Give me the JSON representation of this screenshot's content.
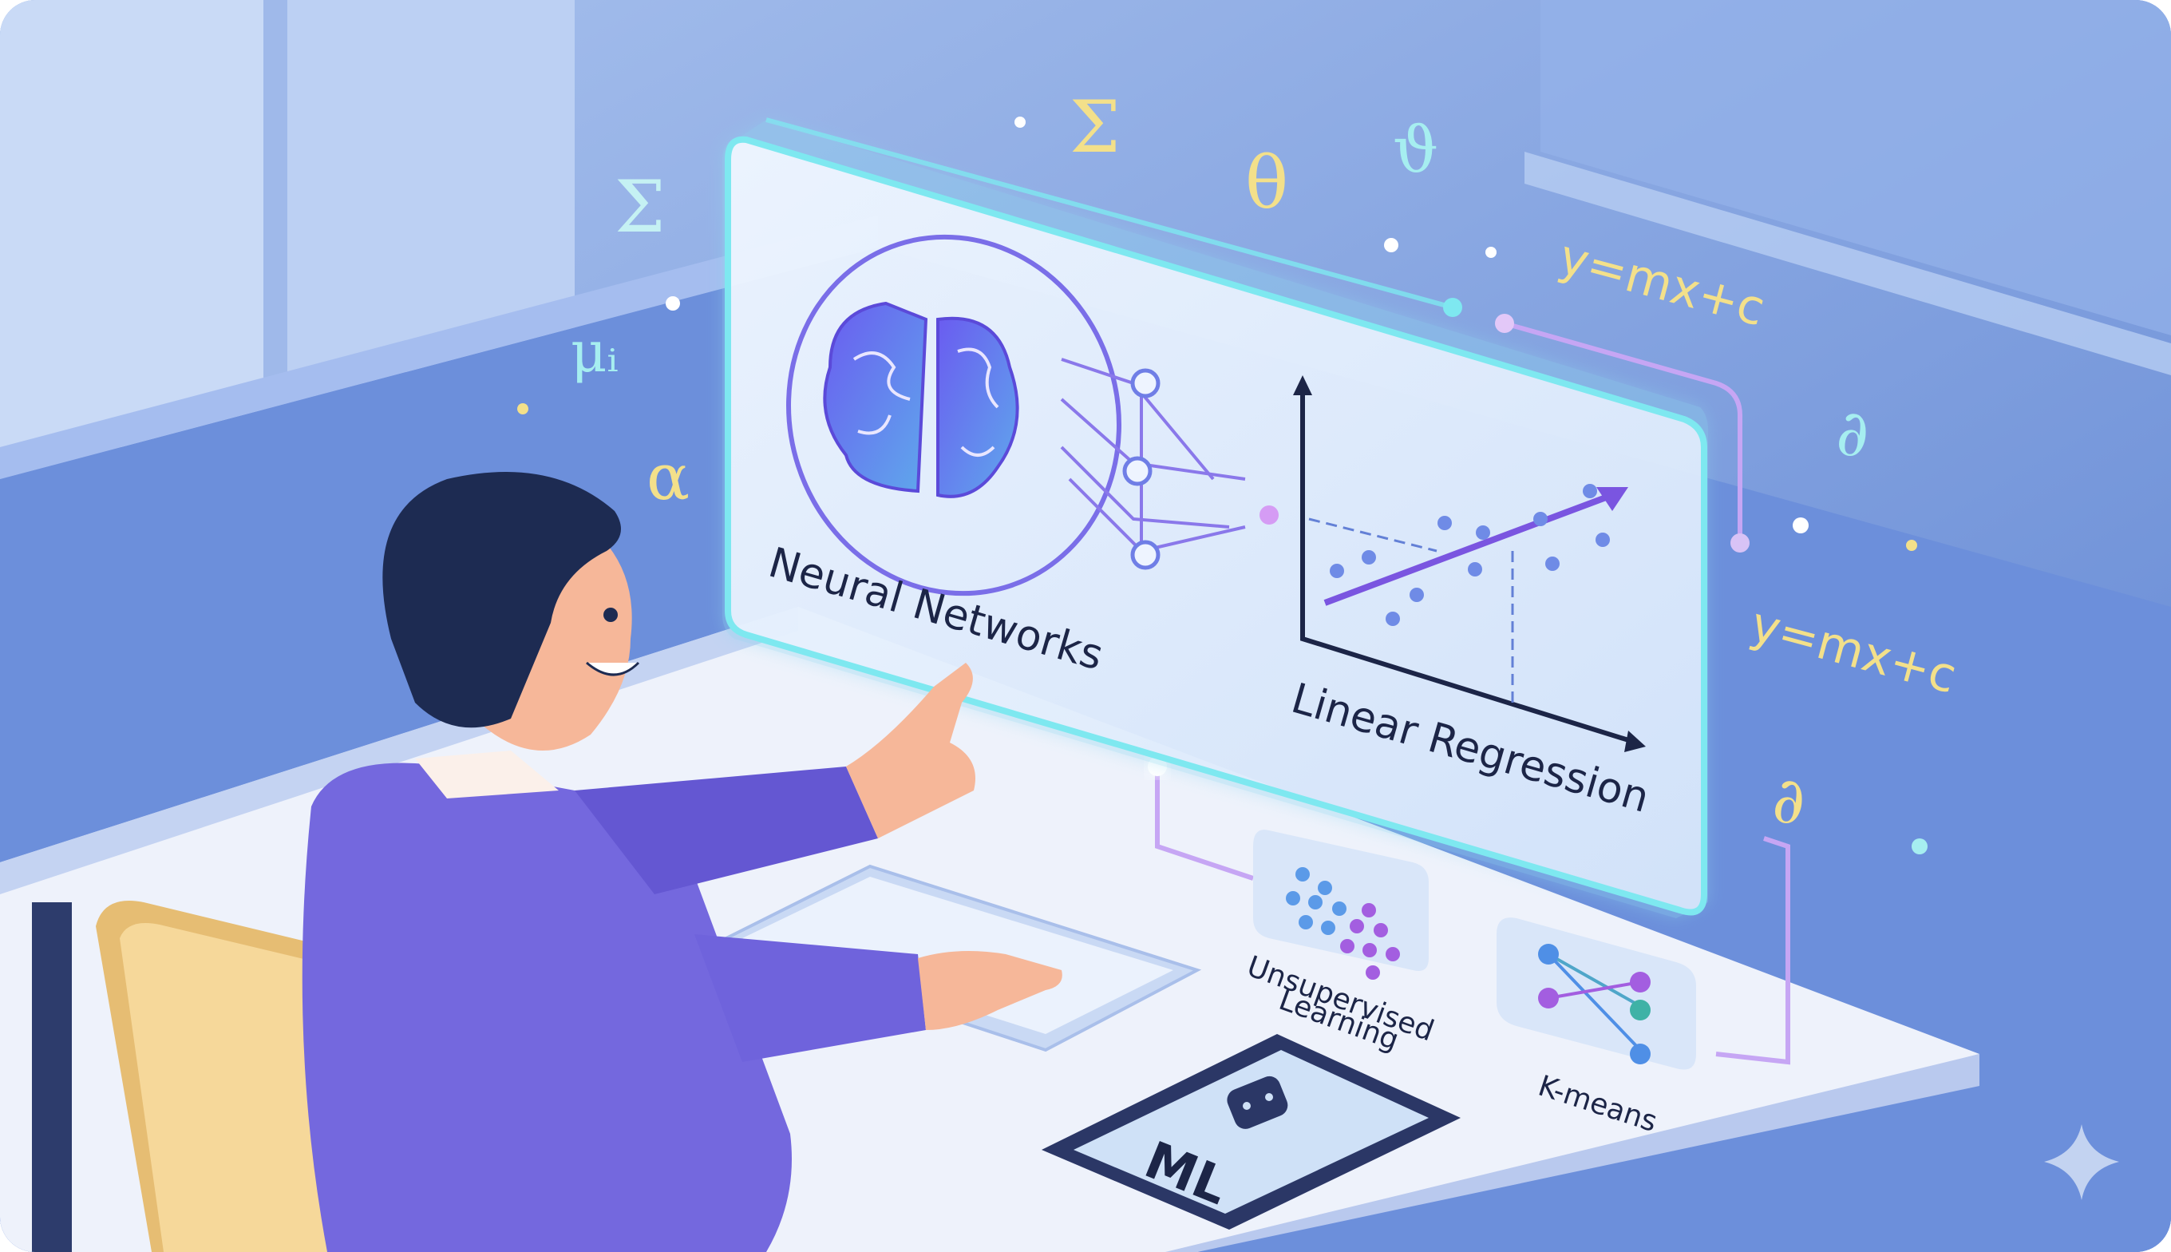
{
  "scene": {
    "description": "Person at desk interacting with holographic machine learning display",
    "colors": {
      "wall": "#7fa0e0",
      "wall_dark": "#6a8ad6",
      "window": "#c9daf6",
      "desk": "#eef2fb",
      "panel_glow": "#7ee8f0",
      "shirt": "#7468de",
      "hair": "#1d2b52",
      "skin": "#f6b799",
      "chair": "#f6d89a",
      "accent_purple": "#9b6be6",
      "accent_blue": "#4f8fe6",
      "symbol_yellow": "#f3e08a",
      "symbol_cyan": "#a6eef0"
    }
  },
  "main_panel": {
    "left_label": "Neural Networks",
    "right_label": "Linear Regression"
  },
  "cards": {
    "unsupervised": {
      "label_line1": "Unsupervised",
      "label_line2": "Learning"
    },
    "kmeans": {
      "label": "K-means"
    }
  },
  "tablet": {
    "label": "ML"
  },
  "floating_symbols": {
    "sigma_top": "Σ",
    "theta": "θ",
    "vartheta": "ϑ",
    "sigma_left": "Σ",
    "mu": "μᵢ",
    "alpha": "α",
    "partial_1": "∂",
    "partial_2": "∂",
    "equation_1": "y=mx+c",
    "equation_2": "y=mx+c"
  },
  "badge": {
    "icon": "sparkle-icon"
  }
}
